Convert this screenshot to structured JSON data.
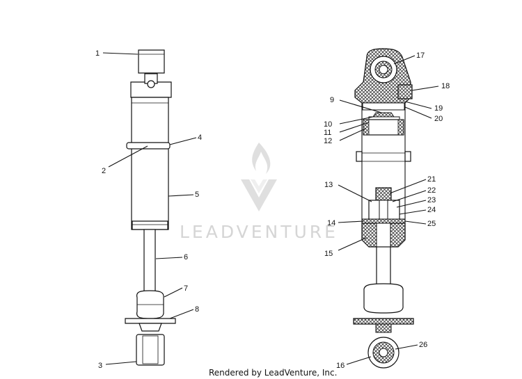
{
  "watermark": {
    "brand": "LEADVENTURE"
  },
  "footer": {
    "credit": "Rendered by LeadVenture, Inc."
  },
  "labels": [
    "1",
    "2",
    "3",
    "4",
    "5",
    "6",
    "7",
    "8",
    "9",
    "10",
    "11",
    "12",
    "13",
    "14",
    "15",
    "16",
    "17",
    "18",
    "19",
    "20",
    "21",
    "22",
    "23",
    "24",
    "25",
    "26"
  ],
  "colors": {
    "line": "#111111",
    "hatch": "#333333",
    "watermark": "#d5d5d5"
  }
}
